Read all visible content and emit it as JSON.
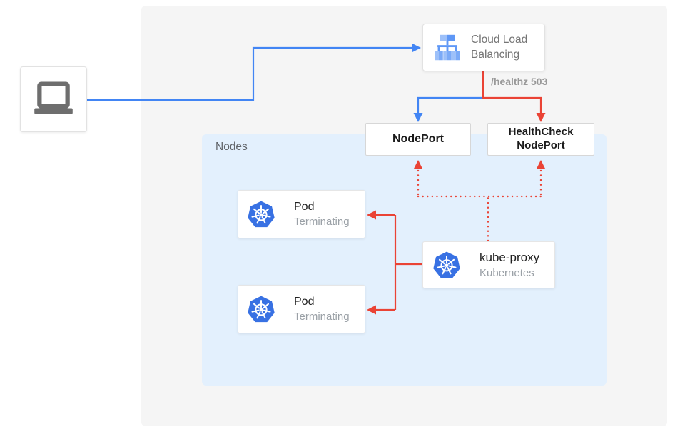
{
  "client": {
    "icon": "laptop-icon"
  },
  "load_balancer": {
    "label": "Cloud Load Balancing",
    "icon": "cloud-load-balancing-icon"
  },
  "health_check_annotation": "/healthz 503",
  "node_port": {
    "label": "NodePort"
  },
  "health_check_node_port": {
    "label": "HealthCheck NodePort"
  },
  "nodes_panel": {
    "label": "Nodes"
  },
  "pods": [
    {
      "title": "Pod",
      "status": "Terminating",
      "icon": "kubernetes-icon"
    },
    {
      "title": "Pod",
      "status": "Terminating",
      "icon": "kubernetes-icon"
    }
  ],
  "kube_proxy": {
    "title": "kube-proxy",
    "subtitle": "Kubernetes",
    "icon": "kubernetes-icon"
  },
  "colors": {
    "traffic_blue": "#4285f4",
    "health_red": "#ea4335",
    "canvas_bg": "#f5f5f5",
    "nodes_panel_bg": "#e3f0fd",
    "kubernetes_blue": "#3871e3",
    "lb_icon_blue": "#5e97f6",
    "lb_icon_light_blue": "#9dc0f9",
    "muted_text": "#757575",
    "dark_text": "#212121"
  }
}
